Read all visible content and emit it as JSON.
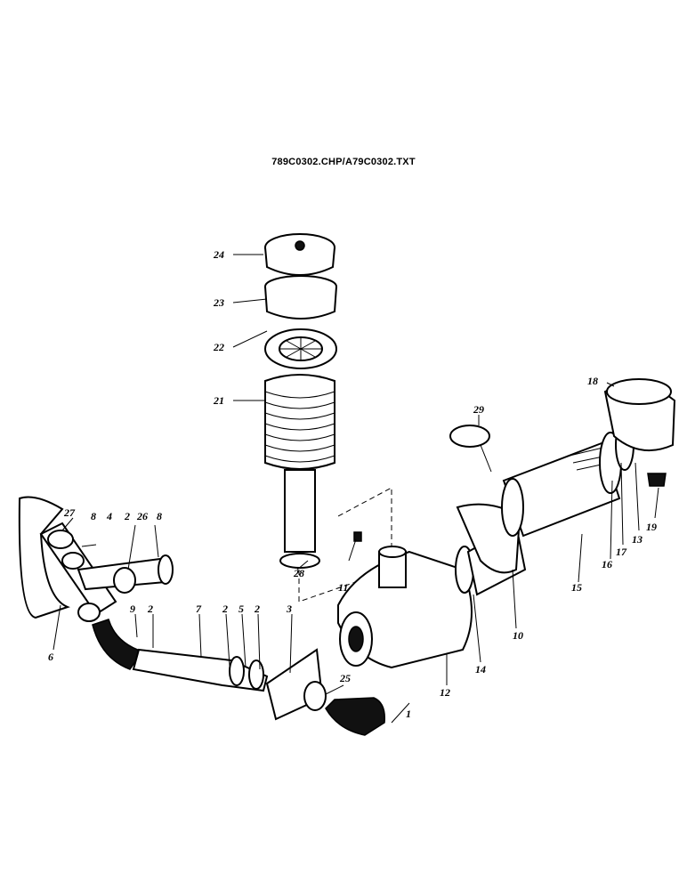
{
  "caption": "789C0302.CHP/A79C0302.TXT",
  "callouts": [
    "24",
    "23",
    "22",
    "21",
    "18",
    "29",
    "27",
    "8",
    "4",
    "2",
    "26",
    "8",
    "11",
    "28",
    "19",
    "13",
    "17",
    "16",
    "15",
    "10",
    "14",
    "12",
    "9",
    "2",
    "7",
    "2",
    "5",
    "2",
    "3",
    "25",
    "1",
    "6"
  ],
  "colors": {
    "ink": "#000000",
    "paper": "#ffffff"
  }
}
